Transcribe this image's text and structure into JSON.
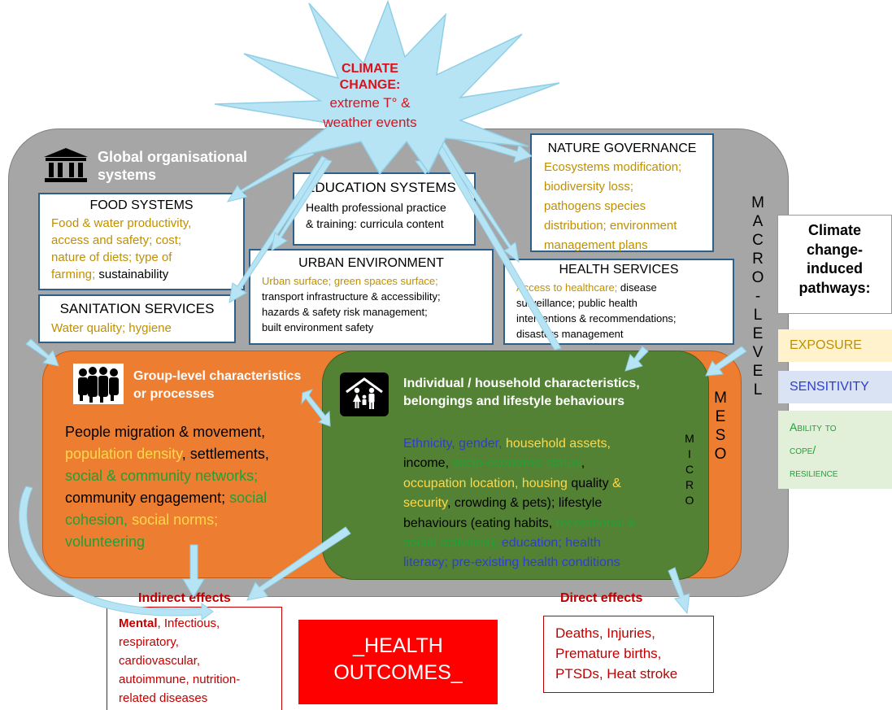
{
  "colors": {
    "macro": "#a6a6a6",
    "meso": "#ed7d31",
    "micro": "#548235",
    "arrow": "#b7e4f4",
    "exposure": "#bf9000",
    "sensitivity": "#2e3ecf",
    "ability": "#21a035",
    "health_red": "#ff0000"
  },
  "climate": {
    "line1": "CLIMATE",
    "line2": "CHANGE:",
    "line3": "extreme T° &",
    "line4": "weather  events"
  },
  "global_org": {
    "title_line1": "Global organisational",
    "title_line2": "systems",
    "icon": "institution-icon"
  },
  "food": {
    "title": "FOOD SYSTEMS",
    "l1": "Food  & water productivity,",
    "l2": "access and safety; cost;",
    "l3": "nature of diets; type of",
    "l4a": "farming;",
    "l4b": " sustainability"
  },
  "education": {
    "title": "EDUCATION SYSTEMS",
    "l1": "Health professional practice",
    "l2": "& training: curricula content"
  },
  "nature": {
    "title": "NATURE GOVERNANCE",
    "l1": "Ecosystems modification;",
    "l2": "biodiversity loss;",
    "l3": "pathogens species",
    "l4": "distribution; environment",
    "l5": "management plans"
  },
  "urban": {
    "title": "URBAN ENVIRONMENT",
    "l1": "Urban surface; green spaces surface;",
    "l2": "transport infrastructure &  accessibility;",
    "l3": "hazards & safety risk management;",
    "l4": "built environment safety"
  },
  "health_services": {
    "title": "HEALTH SERVICES",
    "l1a": "Access to healthcare;",
    "l1b": " disease",
    "l2": "surveillance; public health",
    "l3": "interventions & recommendations;",
    "l4": "disasters management"
  },
  "sanitation": {
    "title": "SANITATION SERVICES",
    "l1": "Water quality; hygiene"
  },
  "levels": {
    "macro": [
      "M",
      "A",
      "C",
      "R",
      "O",
      "-",
      "L",
      "E",
      "V",
      "E",
      "L"
    ],
    "meso": [
      "M",
      "E",
      "S",
      "O"
    ],
    "micro": [
      "M",
      "I",
      "C",
      "R",
      "O"
    ]
  },
  "group": {
    "title_line1": "Group-level characteristics",
    "title_line2": "or processes",
    "icon": "people-group-icon",
    "t1": "People migration & movement,",
    "t2a": "population density",
    "t2b": ", settlements,",
    "t3": "social & community networks;",
    "t4a": "community engagement;",
    "t4b": " social",
    "t5a": "cohesion,",
    "t5b": " social norms;",
    "t6": "volunteering"
  },
  "individual": {
    "title_line1": "Individual / household characteristics,",
    "title_line2": "belongings and lifestyle behaviours",
    "icon": "household-icon",
    "t1a": "Ethnicity, gender,",
    "t1b": " household assets,",
    "t2a": "income, ",
    "t2b": "socio-economic status",
    "t2c": ",",
    "t3a": "occupation location, housing",
    "t3b": " quality ",
    "t3c": "&",
    "t4a": "security",
    "t4b": ", crowding & pets); lifestyle",
    "t5a": "behaviours (eating habits,",
    "t5b": " recreational &",
    "t6a": "social activities);",
    "t6b": " education; health",
    "t7": "literacy; pre-existing health conditions"
  },
  "legend": {
    "title_line1": "Climate",
    "title_line2": "change-",
    "title_line3": "induced",
    "title_line4": "pathways:",
    "exposure": "EXPOSURE",
    "sensitivity": "SENSITIVITY",
    "ability_line1": "Ability to",
    "ability_line2": "cope/",
    "ability_line3": "resilience"
  },
  "outcomes": {
    "indirect_label": "Indirect effects",
    "indirect_bold": "Mental",
    "indirect_l1": ", Infectious,",
    "indirect_l2": "respiratory,",
    "indirect_l3": "cardiovascular,",
    "indirect_l4": "autoimmune, nutrition-",
    "indirect_l5": "related diseases",
    "health_l1": "_HEALTH",
    "health_l2": "OUTCOMES_",
    "direct_label": "Direct effects",
    "direct_l1": "Deaths, Injuries,",
    "direct_l2": "Premature births,",
    "direct_l3": "PTSDs, Heat stroke"
  }
}
